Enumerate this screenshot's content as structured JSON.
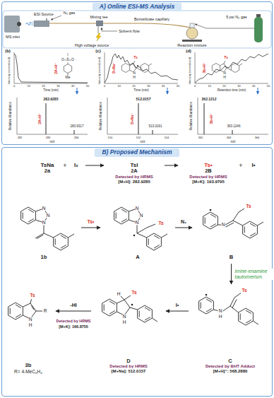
{
  "diagram": {
    "nodes": [
      {
        "text": [
          "A) Online ESI-MS Analysis"
        ]
      },
      {
        "text": [
          "B) Proposed Mechanism"
        ]
      },
      {
        "text": [
          "TsNa",
          "2a"
        ],
        "in": 1
      },
      {
        "text": [
          "I₂"
        ],
        "in": 1
      },
      {
        "text": [
          "TsI",
          "2A",
          "Detected by HRMS",
          "[M+H]: 282.9285"
        ],
        "in": 1
      },
      {
        "text": [
          "Ts•",
          "2B",
          "Detected by HRMS",
          "[M+K]: 193.9795"
        ],
        "in": 1
      },
      {
        "text": [
          "I•"
        ],
        "in": 1
      },
      {
        "text": [
          "1b"
        ],
        "in": 1
      },
      {
        "text": [
          "A"
        ],
        "in": 1
      },
      {
        "text": [
          "B"
        ],
        "in": 1
      },
      {
        "text": [
          "C",
          "Detected by BHT Adduct",
          "[M+H]⁺: 568.2880"
        ],
        "in": 1
      },
      {
        "text": [
          "D",
          "Detected by HRMS",
          "[M+Na]: 512.0157"
        ],
        "in": 1
      },
      {
        "text": [
          "3b",
          "R= 4-MeC₆H₄"
        ],
        "in": 1
      }
    ],
    "edges": [
      {
        "from": 3,
        "to": 4,
        "arrow": "to"
      },
      {
        "from": 4,
        "to": 5,
        "arrow": "to"
      },
      {
        "from": 7,
        "to": 8,
        "arrow": "to",
        "label": "Ts•"
      },
      {
        "from": 8,
        "to": 9,
        "arrow": "to",
        "label": "N₂"
      },
      {
        "from": 9,
        "to": 10,
        "arrow": "to",
        "label": "imine-enamine tautomerism"
      },
      {
        "from": 10,
        "to": 11,
        "arrow": "to",
        "label": "I•"
      },
      {
        "from": 11,
        "to": 12,
        "arrow": "to",
        "label": "-HI"
      }
    ],
    "labels": [
      "MS inlet",
      "ESI Source",
      "N₂ gas",
      "Mixing tee",
      "Borosilicate capillary",
      "5 psi N₂ gas",
      "High voltage source",
      "Solvent flow",
      "Reaction mixture",
      "(b)",
      "Intensity (normalized)",
      "0",
      "10",
      "20",
      "30",
      "40",
      "50",
      "Time (min)",
      "I",
      "O",
      "S",
      "O",
      "Me",
      "2A+H⁺",
      "Relative Abundance",
      "282.9285",
      "283.9317",
      "2A+H⁺",
      "282",
      "283",
      "284",
      "m/z",
      "(c)",
      "Intensity (normalized)",
      "0",
      "10",
      "20",
      "30",
      "40",
      "50",
      "Time (min)",
      "Ts",
      "N",
      "H",
      "D+Na⁺",
      "Relative Abundance",
      "512.0157",
      "513.0191",
      "D+Na⁺",
      "510",
      "512",
      "514",
      "m/z",
      "(d)",
      "Intensity (normalized)",
      "0",
      "10",
      "20",
      "30",
      "40",
      "50",
      "Retention time (min)",
      "Ts",
      "N",
      "H",
      "3b+H⁺",
      "Relative Abundance",
      "362.1212",
      "363.1246",
      "3b+H⁺",
      "362",
      "363",
      "364",
      "m/z",
      "+",
      "+",
      "N",
      "N",
      "N",
      "N",
      "N",
      "N",
      "Ts",
      "N",
      "Ts",
      "N",
      "H",
      "Ts",
      "H",
      "Ts",
      "N",
      "H",
      "Ts",
      "N",
      "H",
      "R",
      "Detected by HRMS",
      "[M+K]: 166.8755"
    ]
  }
}
